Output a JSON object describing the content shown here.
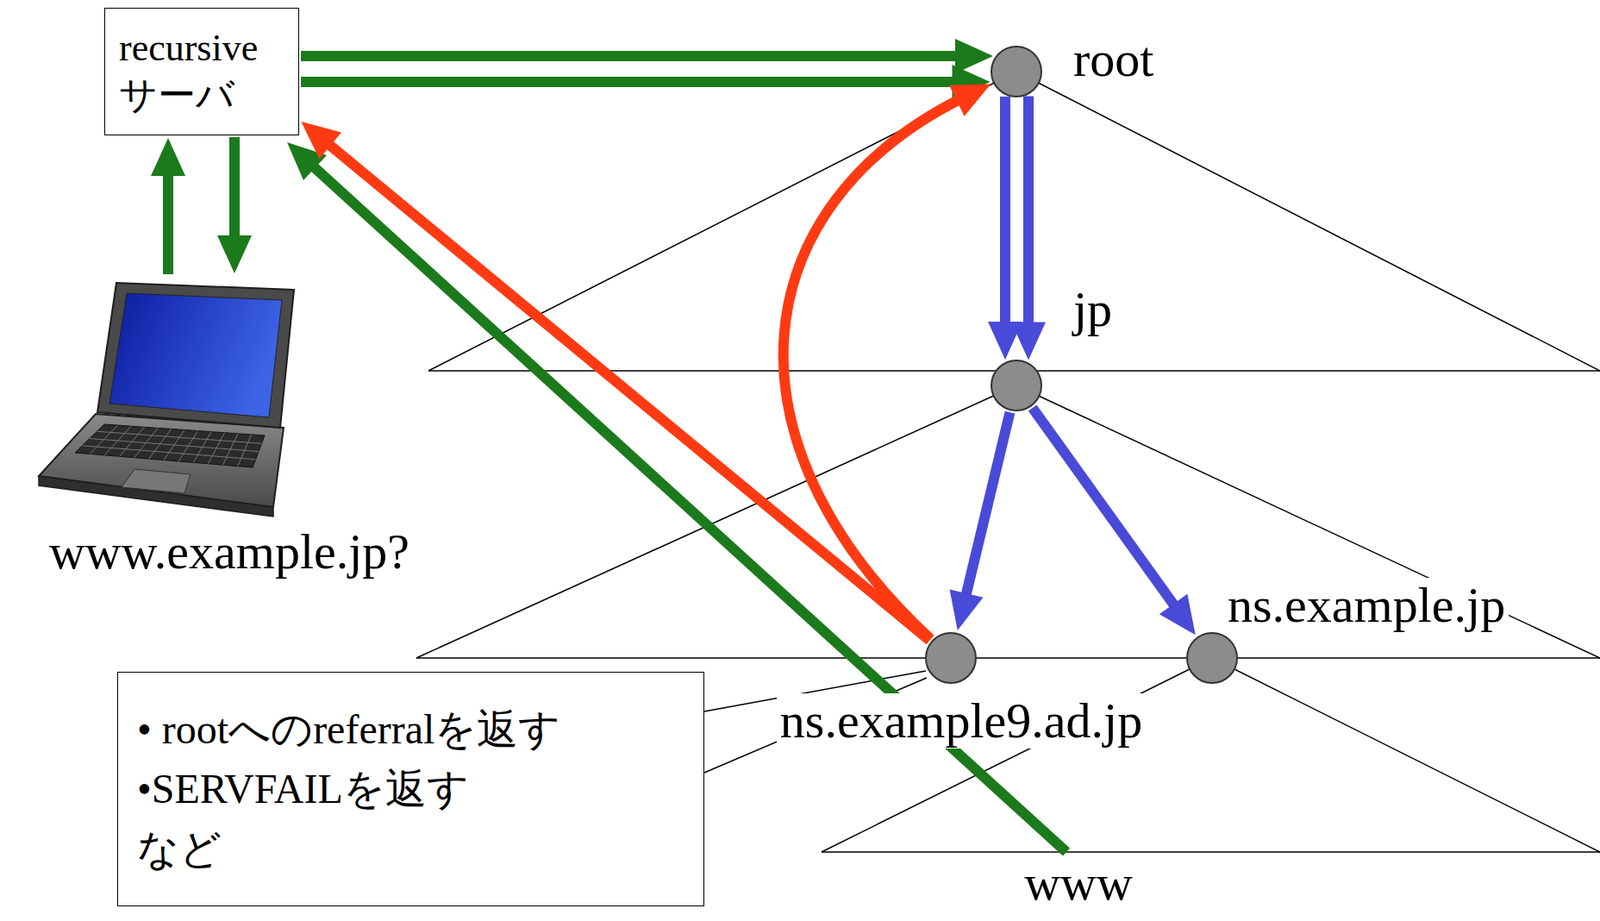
{
  "diagram": {
    "nodes": [
      {
        "text": [
          "recursive サーバ"
        ]
      },
      {
        "text": [
          "root"
        ]
      },
      {
        "text": [
          "jp"
        ]
      },
      {
        "text": [
          "www.example.jp?"
        ]
      },
      {
        "text": [
          "ns.example.jp"
        ]
      },
      {
        "text": [
          "ns.example9.ad.jp"
        ]
      },
      {
        "text": [
          "• rootへのreferralを返す",
          "•SERVFAILを返す",
          "など"
        ]
      }
    ],
    "edges": [
      {
        "from": 0,
        "to": 1,
        "arrow": "to"
      },
      {
        "from": 0,
        "to": 1,
        "arrow": "to"
      },
      {
        "from": 1,
        "to": 2,
        "arrow": "to"
      },
      {
        "from": 1,
        "to": 2,
        "arrow": "to"
      },
      {
        "from": 2,
        "to": 5,
        "arrow": "to"
      },
      {
        "from": 2,
        "to": 4,
        "arrow": "to"
      },
      {
        "from": 5,
        "to": 1,
        "arrow": "to"
      },
      {
        "from": 5,
        "to": 0,
        "arrow": "to"
      },
      {
        "from": 3,
        "to": 0,
        "arrow": "to"
      },
      {
        "from": 0,
        "to": 3,
        "arrow": "to"
      }
    ],
    "labels": [
      "www"
    ]
  }
}
